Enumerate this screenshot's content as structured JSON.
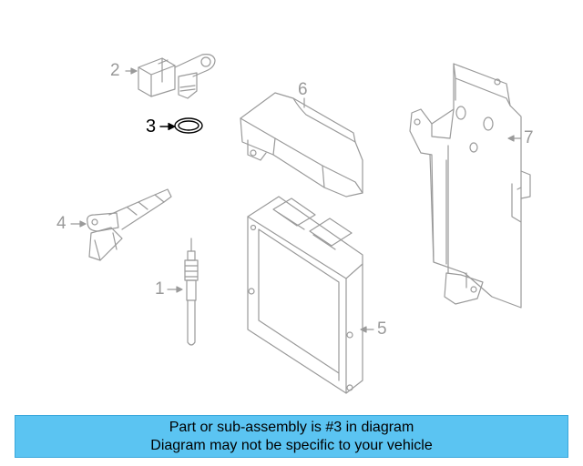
{
  "callouts": [
    "1",
    "2",
    "3",
    "4",
    "5",
    "6",
    "7"
  ],
  "banner": {
    "line1": "Part or sub-assembly is #3 in diagram",
    "line2": "Diagram may not be specific to your vehicle",
    "color": "#5bc4f2"
  },
  "highlighted_part": "3"
}
